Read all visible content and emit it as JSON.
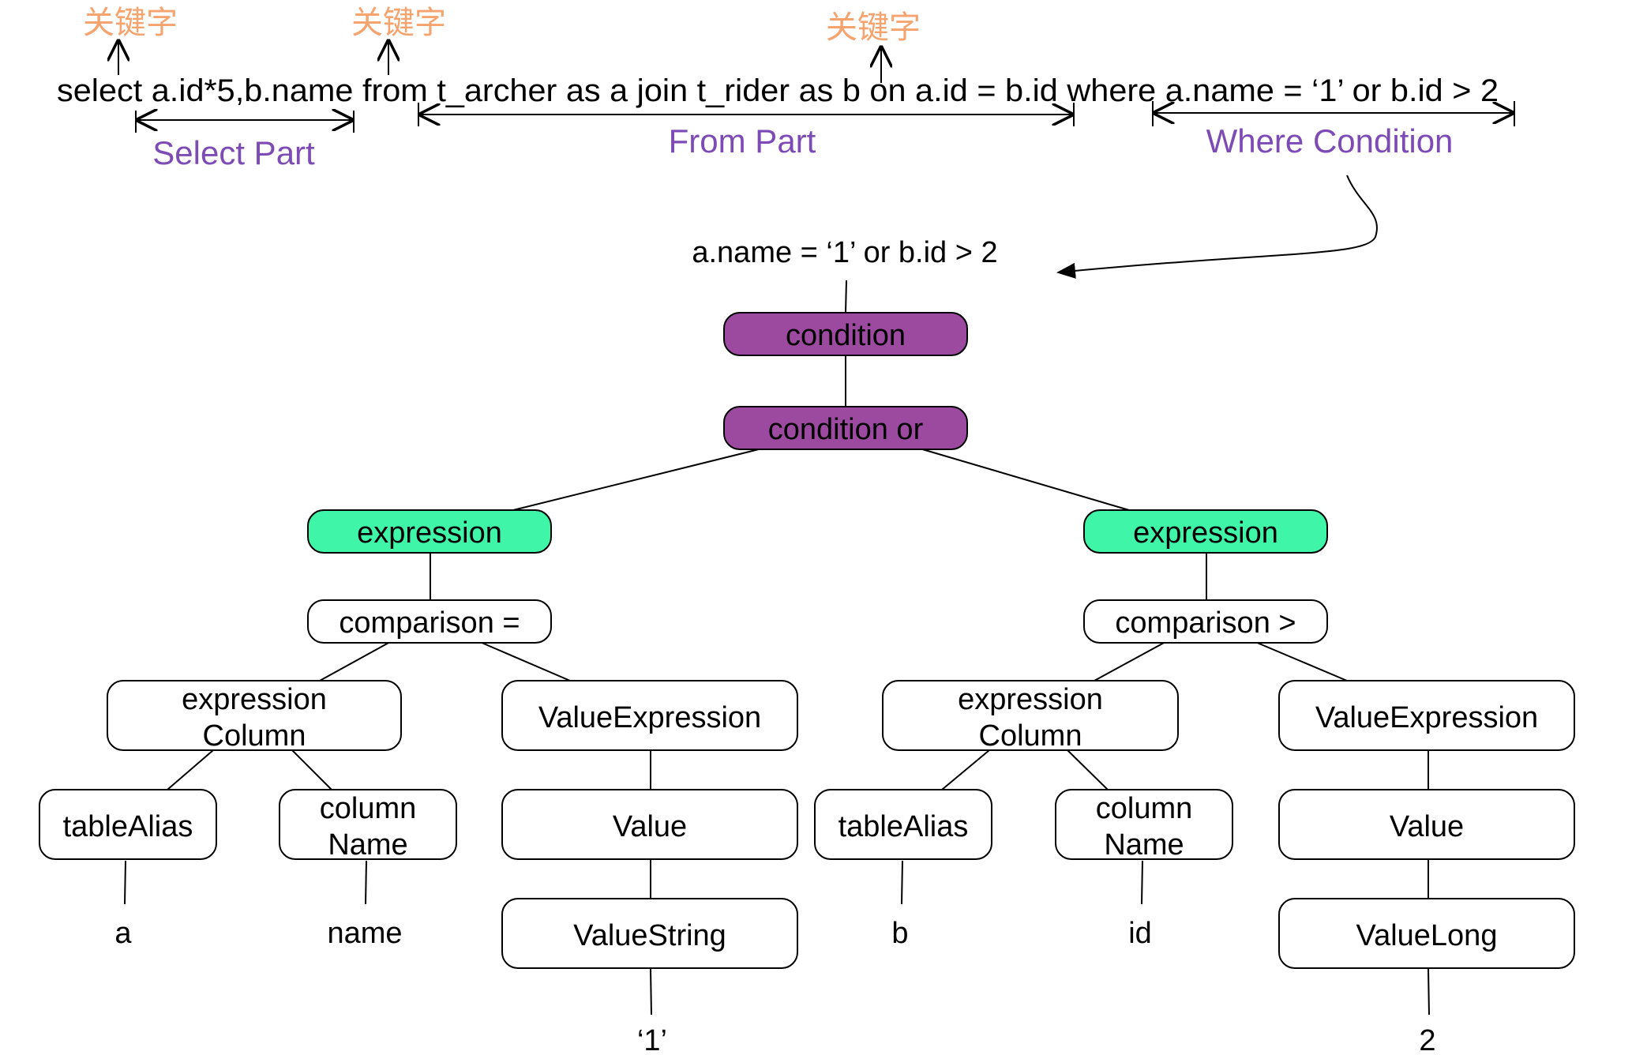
{
  "sql": {
    "query": "select a.id*5,b.name from t_archer as a join t_rider as b on a.id = b.id where a.name = ‘1’ or b.id > 2",
    "keyword_label": "关键字"
  },
  "parts": {
    "select": "Select Part",
    "from": "From Part",
    "where": "Where Condition"
  },
  "tree": {
    "root_expression": "a.name = ‘1’ or b.id > 2",
    "condition": "condition",
    "condition_or": "condition or",
    "left": {
      "expression": "expression",
      "comparison": "comparison =",
      "expr_column": [
        "expression",
        "Column"
      ],
      "value_expression": "ValueExpression",
      "table_alias": "tableAlias",
      "column_name": [
        "column",
        "Name"
      ],
      "value": "Value",
      "value_type": "ValueString",
      "alias_leaf": "a",
      "name_leaf": "name",
      "value_leaf": "‘1’"
    },
    "right": {
      "expression": "expression",
      "comparison": "comparison >",
      "expr_column": [
        "expression",
        "Column"
      ],
      "value_expression": "ValueExpression",
      "table_alias": "tableAlias",
      "column_name": [
        "column",
        "Name"
      ],
      "value": "Value",
      "value_type": "ValueLong",
      "alias_leaf": "b",
      "name_leaf": "id",
      "value_leaf": "2"
    }
  },
  "colors": {
    "condition_fill": "#9b4aa0",
    "expression_fill": "#3ff5a8",
    "keyword_color": "#f5a36f",
    "part_color": "#7c4bb5"
  }
}
